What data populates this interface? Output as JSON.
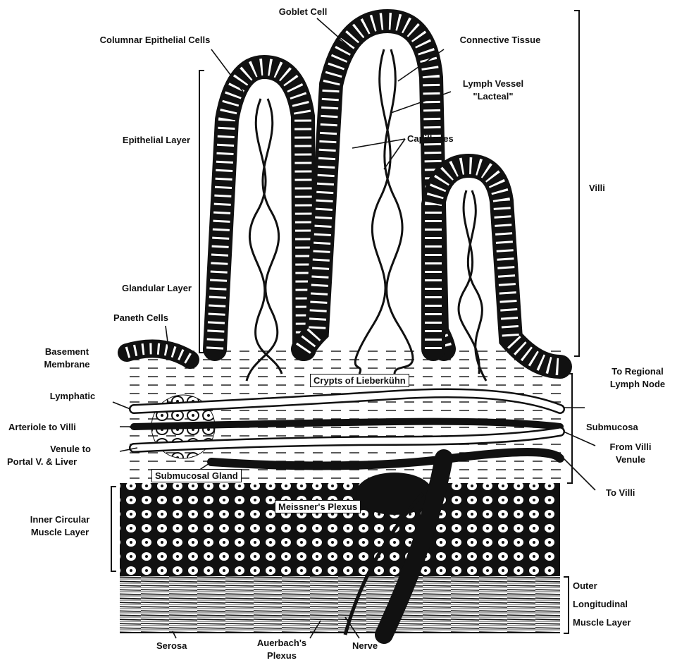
{
  "diagram": {
    "labels": {
      "goblet_cell": "Goblet Cell",
      "columnar_epithelial_cells": "Columnar Epithelial Cells",
      "connective_tissue": "Connective Tissue",
      "lymph_vessel_line1": "Lymph Vessel",
      "lymph_vessel_line2": "\"Lacteal\"",
      "epithelial_layer": "Epithelial Layer",
      "capillaries": "Capillaries",
      "villi": "Villi",
      "glandular_layer": "Glandular Layer",
      "paneth_cells": "Paneth Cells",
      "basement_membrane_line1": "Basement",
      "basement_membrane_line2": "Membrane",
      "crypts_of_lieberkuhn": "Crypts of Lieberkühn",
      "to_regional_lymph_node_line1": "To Regional",
      "to_regional_lymph_node_line2": "Lymph Node",
      "lymphatic": "Lymphatic",
      "arteriole_to_villi": "Arteriole to Villi",
      "submucosa": "Submucosa",
      "venule_to_portal_line1": "Venule to",
      "venule_to_portal_line2": "Portal V. & Liver",
      "from_villi_venule_line1": "From Villi",
      "from_villi_venule_line2": "Venule",
      "submucosal_gland": "Submucosal Gland",
      "to_villi": "To Villi",
      "meissners_plexus": "Meissner's Plexus",
      "inner_circular_muscle_line1": "Inner Circular",
      "inner_circular_muscle_line2": "Muscle Layer",
      "outer_longitudinal_line1": "Outer",
      "outer_longitudinal_line2": "Longitudinal",
      "outer_longitudinal_line3": "Muscle Layer",
      "serosa": "Serosa",
      "auerbachs_plexus_line1": "Auerbach's",
      "auerbachs_plexus_line2": "Plexus",
      "nerve": "Nerve"
    }
  },
  "colors": {
    "ink": "#111111",
    "paper": "#ffffff"
  }
}
